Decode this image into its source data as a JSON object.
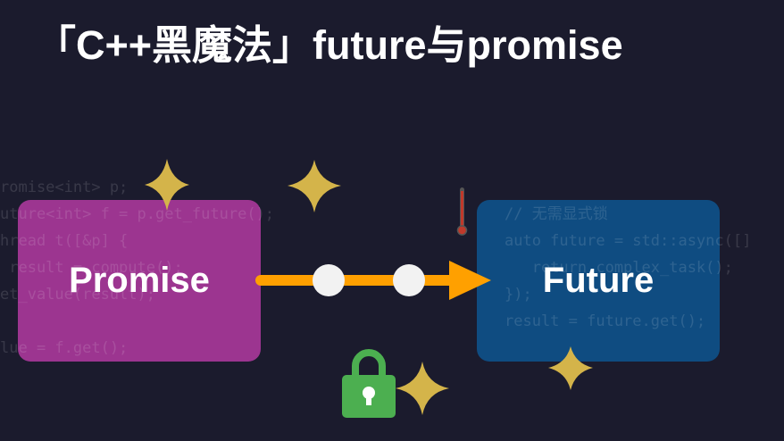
{
  "title": "「C++黑魔法」future与promise",
  "promise_label": "Promise",
  "future_label": "Future",
  "code_left": [
    "romise<int> p;",
    "uture<int> f = p.get_future();",
    "hread t([&p] {",
    " result = compute();",
    "et_value(result);",
    "",
    "lue = f.get();"
  ],
  "code_right": [
    "// 无需显式锁",
    "auto future = std::async([]",
    "   return complex_task();",
    "});",
    "result = future.get();"
  ],
  "colors": {
    "background": "#1b1b2d",
    "promise": "#9c3590",
    "future": "#0f4c81",
    "arrow": "#ffa000",
    "star": "#d4b44a",
    "lock": "#4caf50"
  }
}
